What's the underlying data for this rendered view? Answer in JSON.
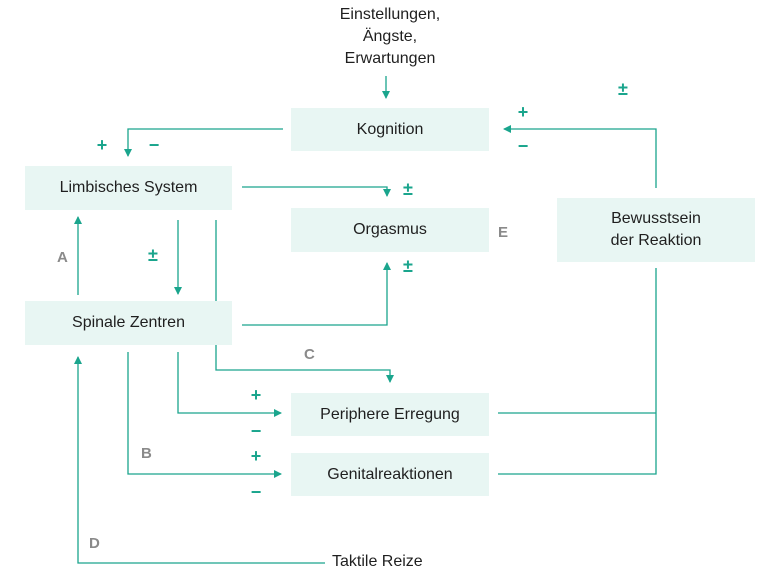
{
  "boxes": {
    "kognition": "Kognition",
    "limbisches_system": "Limbisches System",
    "orgasmus": "Orgasmus",
    "spinale_zentren": "Spinale Zentren",
    "bewusstsein_line1": "Bewusstsein",
    "bewusstsein_line2": "der Reaktion",
    "periphere_erregung": "Periphere Erregung",
    "genitalreaktionen": "Genitalreaktionen"
  },
  "inputs": {
    "top_line1": "Einstellungen,",
    "top_line2": "Ängste,",
    "top_line3": "Erwartungen",
    "tactile": "Taktile Reize"
  },
  "signs": {
    "plus": "+",
    "minus": "−",
    "plusminus": "±"
  },
  "letters": {
    "a": "A",
    "b": "B",
    "c": "C",
    "d": "D",
    "e": "E"
  },
  "colors": {
    "accent": "#1aa58d",
    "box_fill": "#e8f6f3",
    "letter": "#8a8a8a"
  }
}
